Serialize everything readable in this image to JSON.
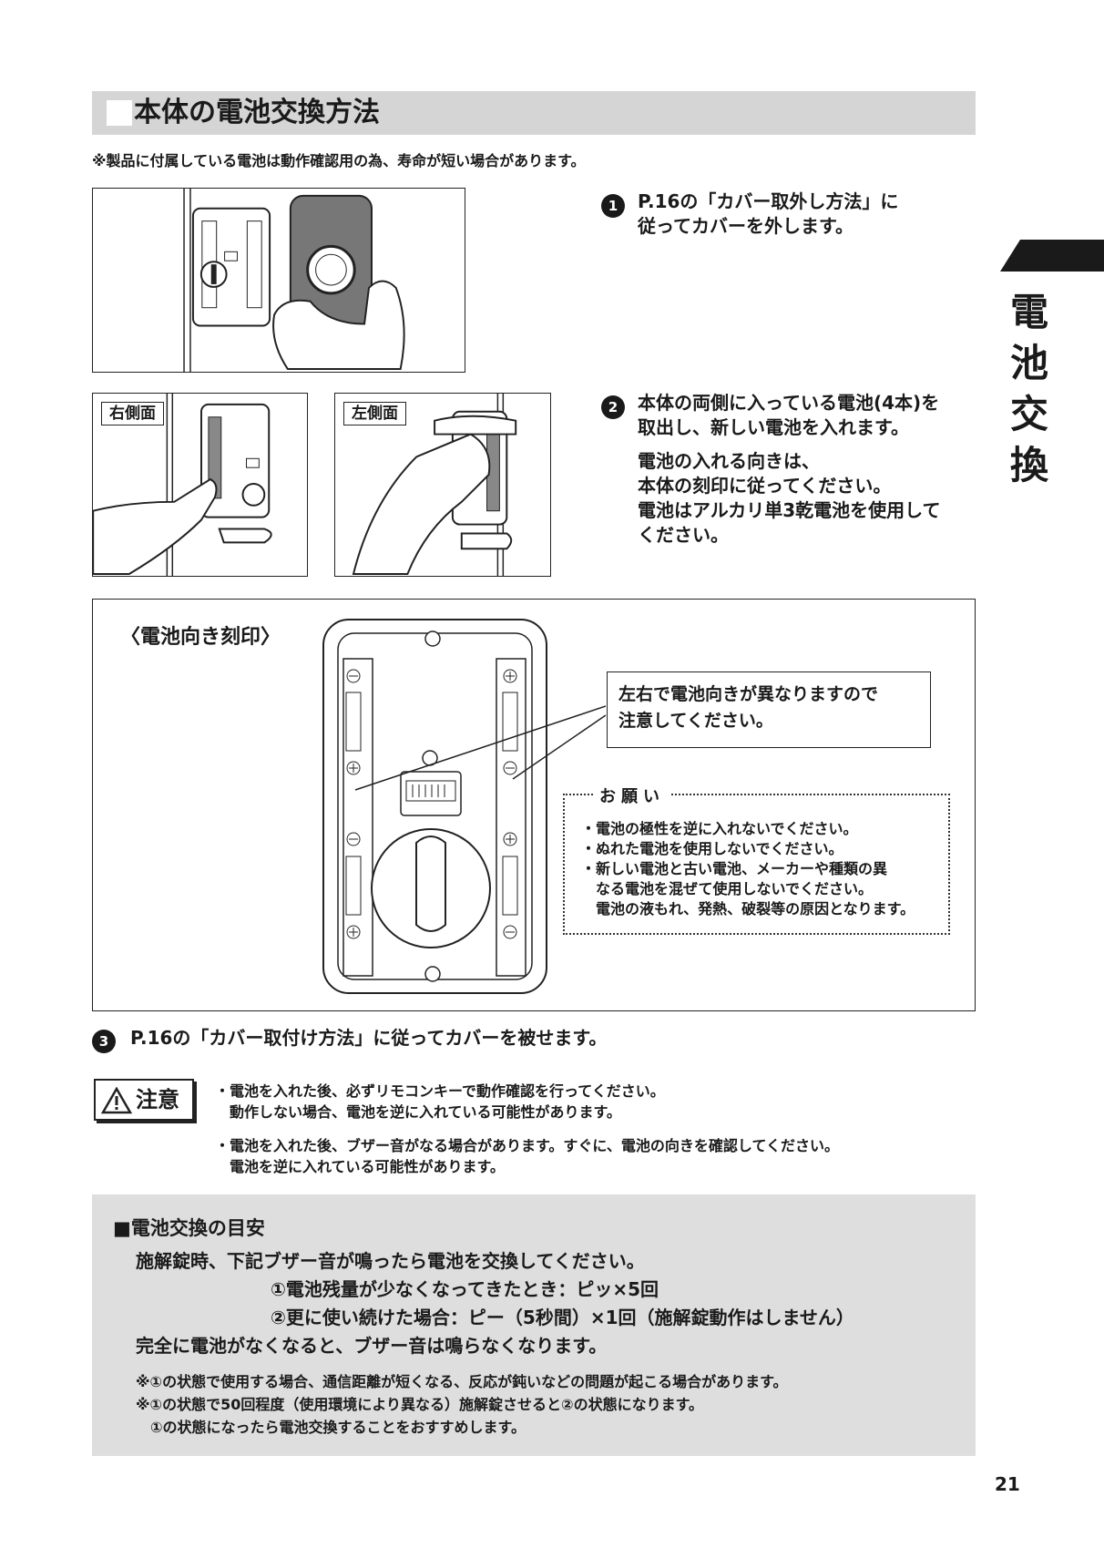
{
  "section": {
    "title": "本体の電池交換方法"
  },
  "note_top": "※製品に付属している電池は動作確認用の為、寿命が短い場合があります。",
  "side_tab": {
    "title": "電池交換"
  },
  "illustrations": {
    "right_label": "右側面",
    "left_label": "左側面"
  },
  "steps": [
    {
      "num": "1",
      "lines": [
        "P.16の「カバー取外し方法」に",
        "従ってカバーを外します。"
      ]
    },
    {
      "num": "2",
      "lines": [
        "本体の両側に入っている電池(4本)を",
        "取出し、新しい電池を入れます。"
      ],
      "sub_lines": [
        "電池の入れる向きは、",
        "本体の刻印に従ってください。",
        "電池はアルカリ単3乾電池を使用して",
        "ください。"
      ]
    },
    {
      "num": "3",
      "lines": [
        "P.16の「カバー取付け方法」に従ってカバーを被せます。"
      ]
    }
  ],
  "diagram": {
    "title": "〈電池向き刻印〉",
    "callout": [
      "左右で電池向きが異なりますので",
      "注意してください。"
    ],
    "onegai_title": "お願い",
    "onegai_lines": [
      "・電池の極性を逆に入れないでください。",
      "・ぬれた電池を使用しないでください。",
      "・新しい電池と古い電池、メーカーや種類の異",
      "　なる電池を混ぜて使用しないでください。",
      "　電池の液もれ、発熱、破裂等の原因となります。"
    ]
  },
  "caution": {
    "badge": "注意",
    "item1": [
      "・電池を入れた後、必ずリモコンキーで動作確認を行ってください。",
      "　動作しない場合、電池を逆に入れている可能性があります。"
    ],
    "item2": [
      "・電池を入れた後、ブザー音がなる場合があります。すぐに、電池の向きを確認してください。",
      "　電池を逆に入れている可能性があります。"
    ]
  },
  "guide": {
    "title": "■電池交換の目安",
    "line1": "施解錠時、下記ブザー音が鳴ったら電池を交換してください。",
    "item1": "①電池残量が少なくなってきたとき：ピッ×5回",
    "item2": "②更に使い続けた場合：ピー（5秒間）×1回（施解錠動作はしません）",
    "line2": "完全に電池がなくなると、ブザー音は鳴らなくなります。",
    "notes": [
      "※①の状態で使用する場合、通信距離が短くなる、反応が鈍いなどの問題が起こる場合があります。",
      "※①の状態で50回程度（使用環境により異なる）施解錠させると②の状態になります。",
      "　①の状態になったら電池交換することをおすすめします。"
    ]
  },
  "page_number": "21"
}
